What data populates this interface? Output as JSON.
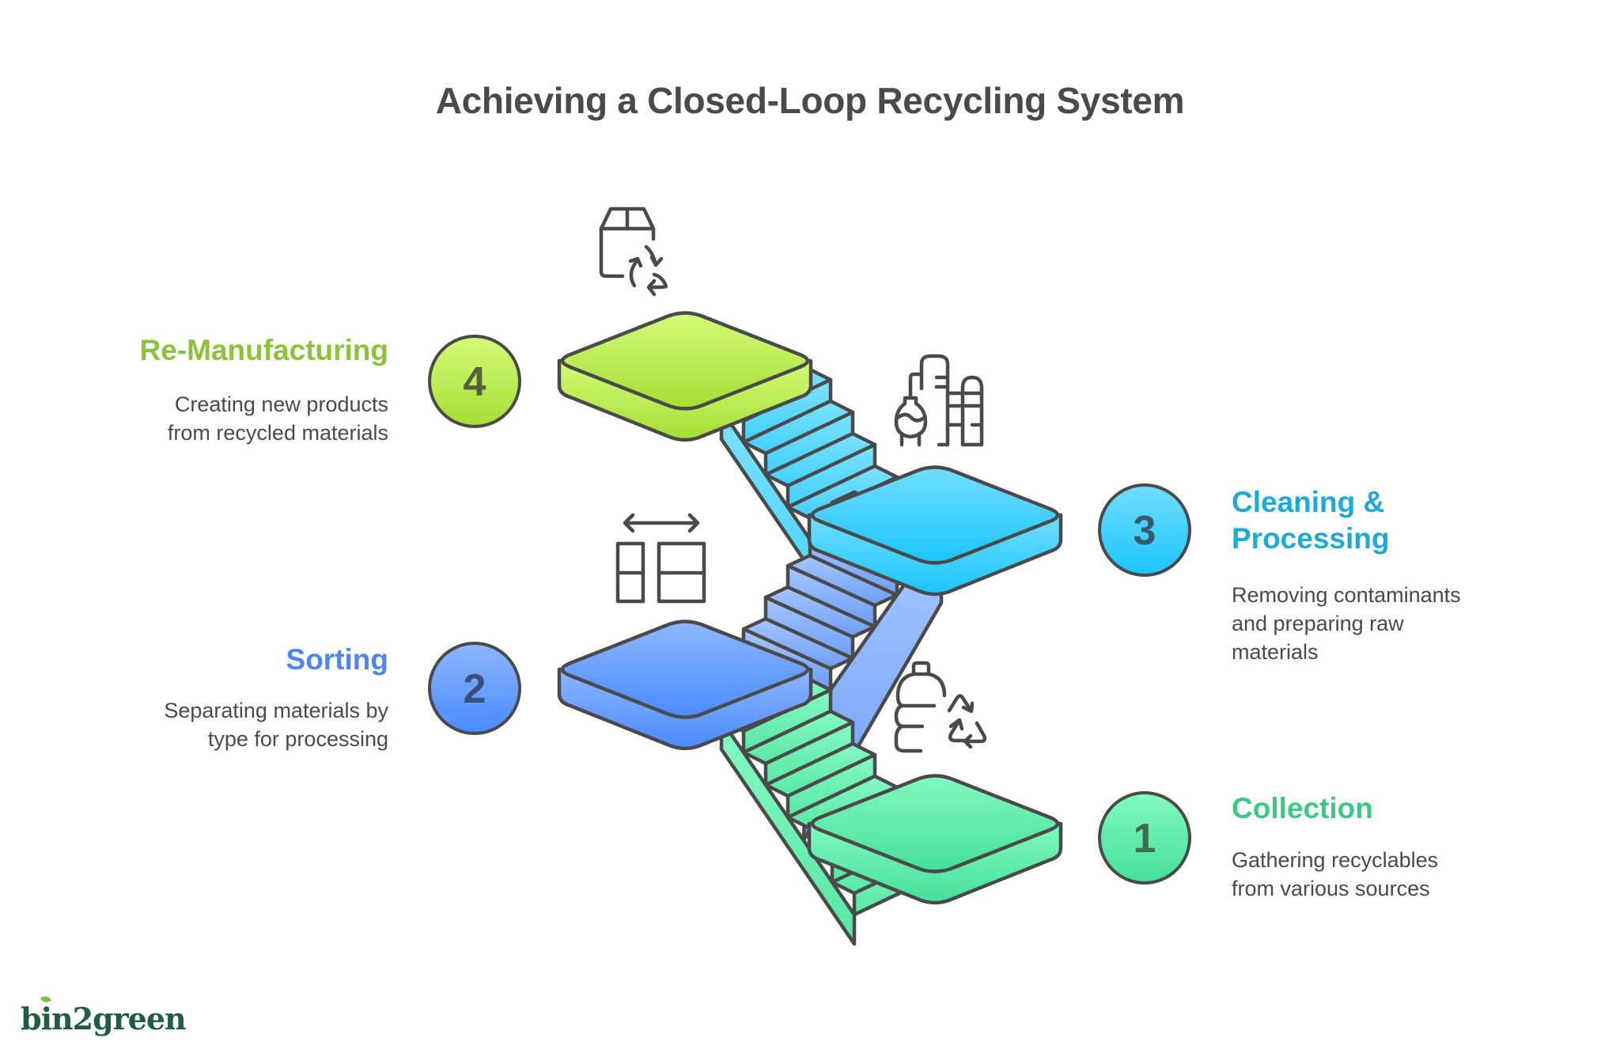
{
  "title": "Achieving a Closed-Loop Recycling System",
  "steps": [
    {
      "number": "1",
      "label": "Collection",
      "description_lines": [
        "Gathering recyclables",
        "from various sources"
      ],
      "color": "#3cc985",
      "icon": "bottle-recycle-icon",
      "platform_colors": [
        "#7ef7bb",
        "#4ee29b"
      ]
    },
    {
      "number": "2",
      "label": "Sorting",
      "description_lines": [
        "Separating materials by",
        "type for processing"
      ],
      "color": "#4f86e8",
      "icon": "sort-layout-icon",
      "platform_colors": [
        "#8bb4ff",
        "#4a8cff"
      ]
    },
    {
      "number": "3",
      "label": "Cleaning & Processing",
      "label_lines": [
        "Cleaning &",
        "Processing"
      ],
      "description_lines": [
        "Removing contaminants",
        "and preparing raw",
        "materials"
      ],
      "color": "#1ea9d8",
      "icon": "factory-icon",
      "platform_colors": [
        "#6fdcff",
        "#1ec7ff"
      ]
    },
    {
      "number": "4",
      "label": "Re-Manufacturing",
      "description_lines": [
        "Creating new products",
        "from recycled materials"
      ],
      "color": "#8dc33a",
      "icon": "box-recycle-icon",
      "platform_colors": [
        "#d0fa74",
        "#a8e03a"
      ]
    }
  ],
  "brand": {
    "logo_text": "bin2green"
  }
}
